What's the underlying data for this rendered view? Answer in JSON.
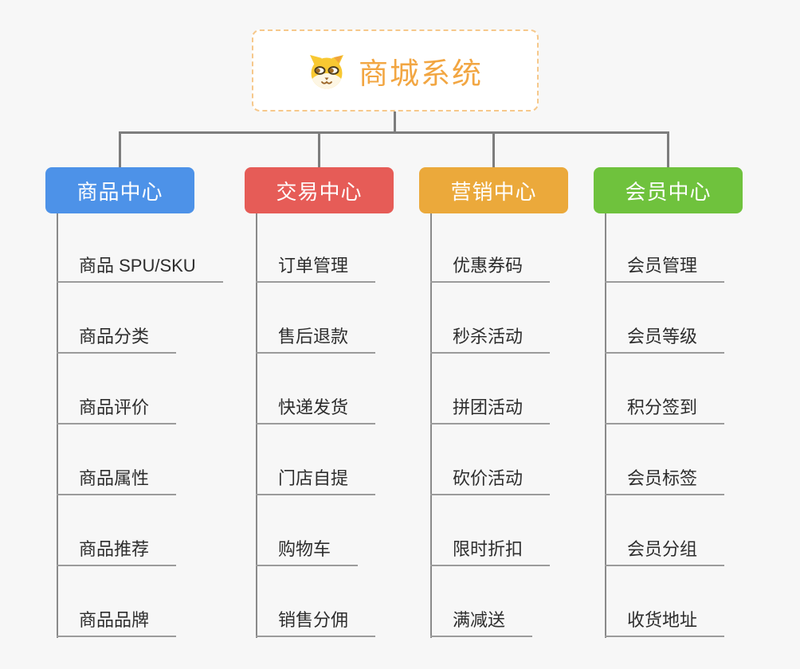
{
  "root": {
    "title": "商城系统",
    "icon": "dog-face-icon",
    "accent_color": "#f2a642",
    "border_color": "#f6c88b"
  },
  "connector_color": "#7d7d7d",
  "branches": [
    {
      "label": "商品中心",
      "color": "#4d92e8",
      "items": [
        "商品 SPU/SKU",
        "商品分类",
        "商品评价",
        "商品属性",
        "商品推荐",
        "商品品牌"
      ]
    },
    {
      "label": "交易中心",
      "color": "#e65c57",
      "items": [
        "订单管理",
        "售后退款",
        "快递发货",
        "门店自提",
        "购物车",
        "销售分佣"
      ]
    },
    {
      "label": "营销中心",
      "color": "#eba93b",
      "items": [
        "优惠券码",
        "秒杀活动",
        "拼团活动",
        "砍价活动",
        "限时折扣",
        "满减送"
      ]
    },
    {
      "label": "会员中心",
      "color": "#6fc23d",
      "items": [
        "会员管理",
        "会员等级",
        "积分签到",
        "会员标签",
        "会员分组",
        "收货地址"
      ]
    }
  ]
}
